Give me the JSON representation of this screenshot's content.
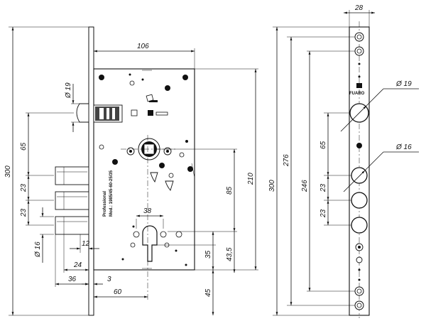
{
  "left_view": {
    "dims": {
      "d106": "106",
      "d19": "Ø 19",
      "d65": "65",
      "d300": "300",
      "d23a": "23",
      "d23b": "23",
      "d16": "Ø 16",
      "d210": "210",
      "d85": "85",
      "d38": "38",
      "d12": "12",
      "d24": "24",
      "d36": "36",
      "d3": "3",
      "d60": "60",
      "d35": "35",
      "d435": "43,5",
      "d45": "45"
    },
    "plate_text": {
      "brand": "Professional",
      "model": "Mod.: 1985/45-60-25/35"
    }
  },
  "right_view": {
    "dims": {
      "d28": "28",
      "d19": "Ø 19",
      "d16": "Ø 16",
      "d300": "300",
      "d276": "276",
      "d246": "246",
      "d65": "65",
      "d23a": "23",
      "d23b": "23"
    },
    "logo_text": "FUARO"
  }
}
